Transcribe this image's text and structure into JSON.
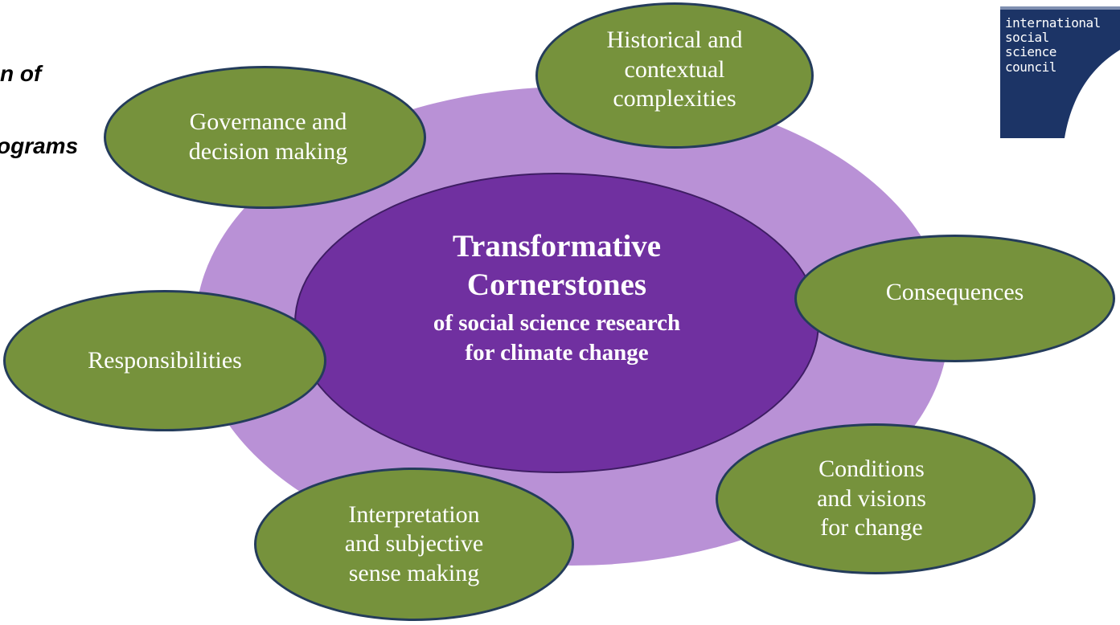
{
  "corner_text": {
    "line1": "n of",
    "line2": "programs"
  },
  "center": {
    "title_line1": "Transformative",
    "title_line2": "Cornerstones",
    "subtitle_line1": "of social science research",
    "subtitle_line2": "for climate change"
  },
  "nodes": {
    "historical": "Historical  and\ncontextual\ncomplexities",
    "governance": "Governance and\ndecision making",
    "consequences": "Consequences",
    "responsibilities": "Responsibilities",
    "conditions": "Conditions\nand visions\nfor change",
    "interpretation": "Interpretation\nand subjective\nsense making"
  },
  "logo": {
    "text": "international\nsocial\nscience\ncouncil"
  },
  "colors": {
    "outer_ring": "#b991d6",
    "center": "#7030a0",
    "node_fill": "#76923c",
    "node_border": "#243c5b",
    "logo_bg": "#1c3466"
  }
}
